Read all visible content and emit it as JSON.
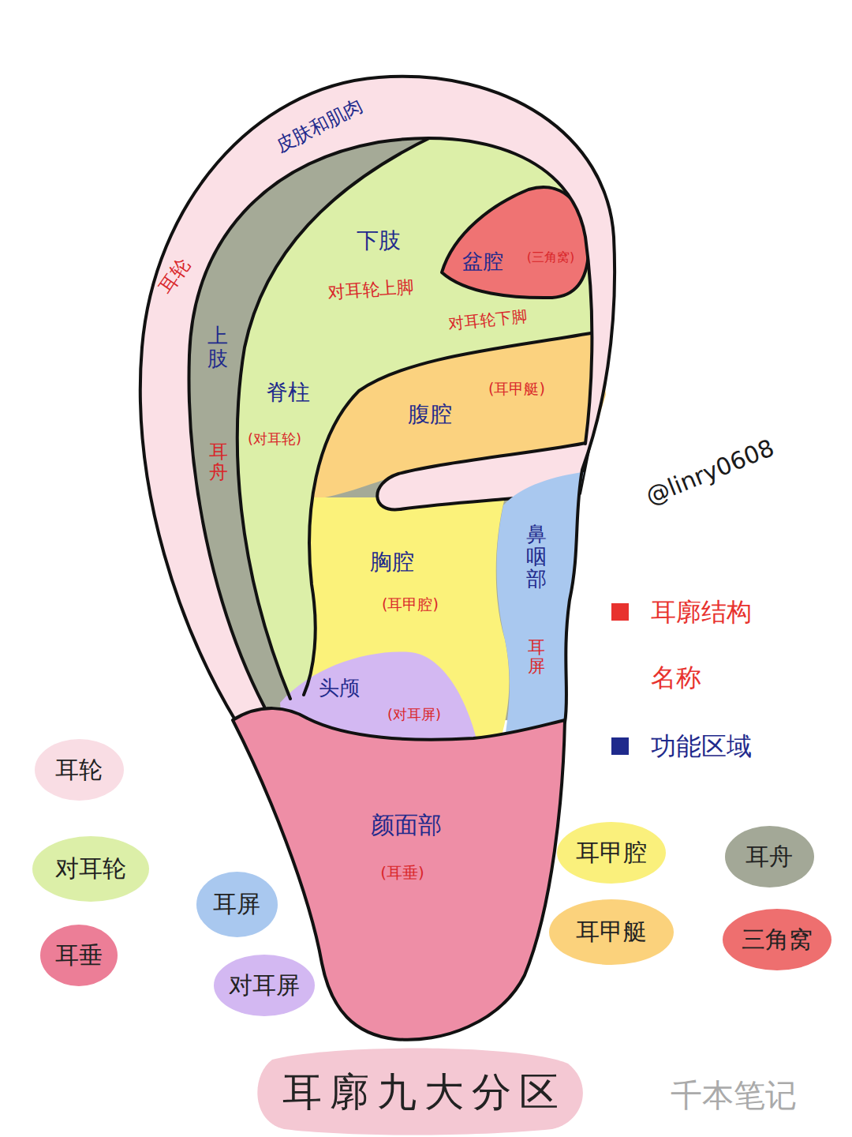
{
  "diagram": {
    "title": "耳廓九大分区",
    "nodes": [
      {
        "text": [
          "耳轮"
        ]
      },
      {
        "text": [
          "耳甲腔"
        ]
      },
      {
        "text": [
          "耳舟"
        ]
      },
      {
        "text": [
          "对耳轮"
        ]
      },
      {
        "text": [
          "耳屏"
        ]
      },
      {
        "text": [
          "耳甲艇"
        ]
      },
      {
        "text": [
          "三角窝"
        ]
      },
      {
        "text": [
          "耳垂"
        ]
      },
      {
        "text": [
          "对耳屏"
        ]
      }
    ],
    "labels": [
      "皮肤和肌肉",
      "下肢",
      "耳轮",
      "盆腔",
      "(三角窝)",
      "对耳轮上脚",
      "对耳轮下脚",
      "上肢",
      "脊柱",
      "(耳甲艇)",
      "腹腔",
      "(对耳轮)",
      "耳舟",
      "@linry0608",
      "鼻咽部",
      "胸腔",
      "(耳甲腔)",
      "耳屏",
      "头颅",
      "(对耳屏)",
      "颜面部",
      "(耳垂)",
      "千本笔记"
    ],
    "legend": [
      {
        "text": "耳廓结构 名称",
        "color": "#e8322e"
      },
      {
        "text": "功能区域",
        "color": "#1f2a8c"
      }
    ]
  }
}
